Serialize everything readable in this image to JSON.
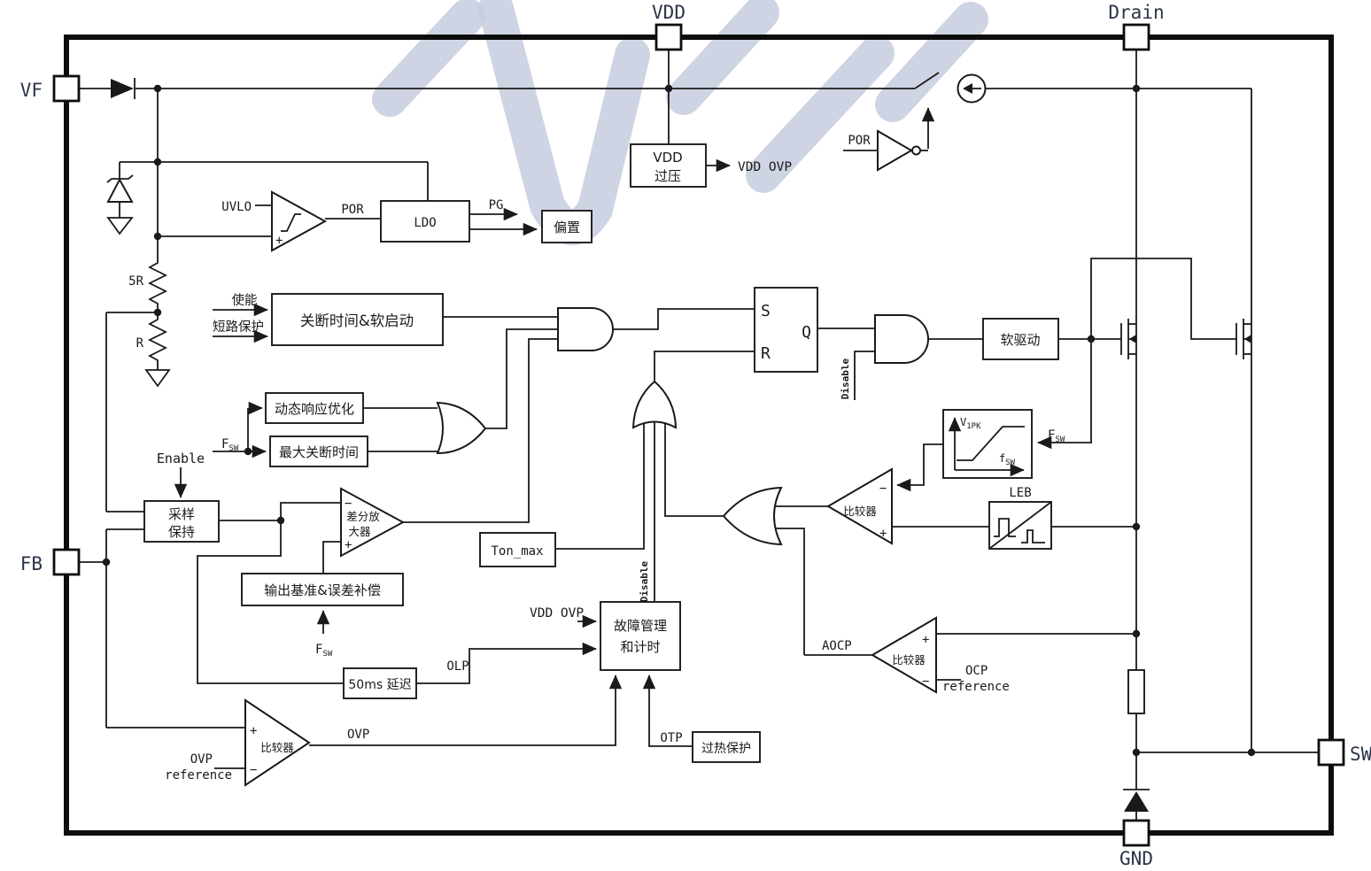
{
  "title": "flyback-controller-block-diagram",
  "colors": {
    "line": "#1a1a1a",
    "watermark": "#c6ccde",
    "pin_label": "#2b3447",
    "background": "#ffffff"
  },
  "pins": {
    "vf": "VF",
    "vdd": "VDD",
    "drain": "Drain",
    "fb": "FB",
    "sw": "SW",
    "gnd": "GND"
  },
  "blocks": {
    "off_time": "关断时间&软启动",
    "dyn_resp": "动态响应优化",
    "max_off": "最大关断时间",
    "sample1": "采样",
    "sample2": "保持",
    "diffamp1": "差分放",
    "diffamp2": "大器",
    "out_ref": "输出基准&误差补偿",
    "ton_max": "Ton_max",
    "fault1": "故障管理",
    "fault2": "和计时",
    "delay50": "50ms 延迟",
    "thermal": "过热保护",
    "soft_drive": "软驱动",
    "ldo": "LDO",
    "bias": "偏置",
    "vddov1": "VDD",
    "vddov2": "过压",
    "leb": "LEB",
    "comparator": "比较器"
  },
  "signals": {
    "uvlo": "UVLO",
    "por": "POR",
    "pg": "PG",
    "vdd_ovp": "VDD OVP",
    "enable_cn": "使能",
    "short_cn": "短路保护",
    "enable": "Enable",
    "s": "S",
    "r": "R",
    "q": "Q",
    "disable": "Disable",
    "olp": "OLP",
    "ovp": "OVP",
    "otp": "OTP",
    "aocp": "AOCP",
    "ocp": "OCP",
    "reference": "reference",
    "r5": "5R",
    "res_r": "R",
    "plus": "+",
    "minus": "−",
    "f": "F",
    "sw_sub": "SW",
    "v": "V",
    "v1pk_sub": "1PK",
    "f_small": "f",
    "fsw_sub": "SW"
  }
}
